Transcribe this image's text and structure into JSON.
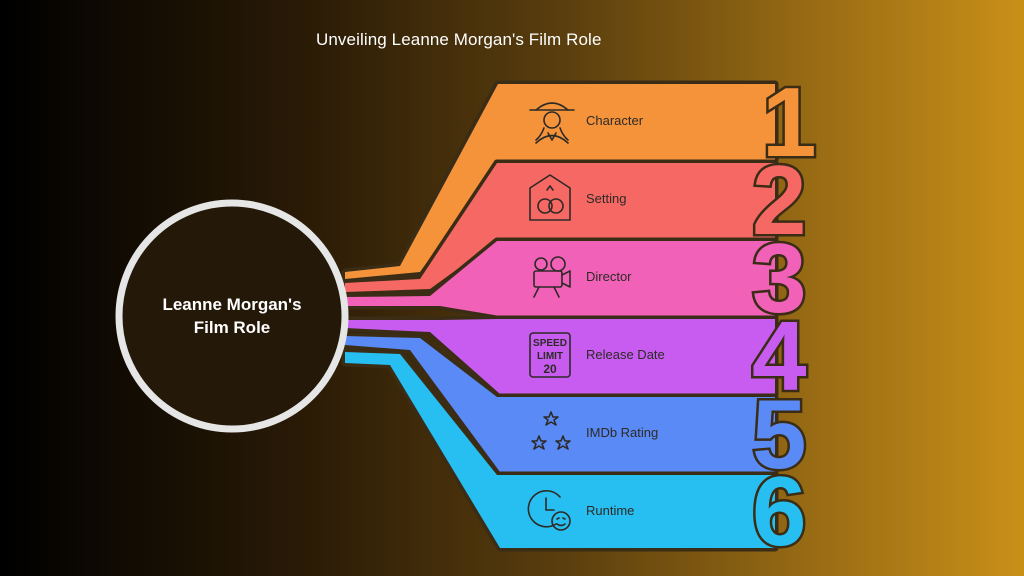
{
  "title": "Unveiling Leanne Morgan's Film Role",
  "center": {
    "line1": "Leanne Morgan's",
    "line2": "Film Role"
  },
  "items": [
    {
      "number": "1",
      "label": "Character",
      "color": "#f5933b",
      "icon": "detective-woman-icon"
    },
    {
      "number": "2",
      "label": "Setting",
      "color": "#f66864",
      "icon": "wedding-rings-house-icon"
    },
    {
      "number": "3",
      "label": "Director",
      "color": "#f261b8",
      "icon": "movie-camera-icon"
    },
    {
      "number": "4",
      "label": "Release Date",
      "color": "#c85cf0",
      "icon": "speed-limit-sign-icon",
      "icon_text": [
        "SPEED",
        "LIMIT",
        "20"
      ]
    },
    {
      "number": "5",
      "label": "IMDb Rating",
      "color": "#5a8af5",
      "icon": "stars-icon"
    },
    {
      "number": "6",
      "label": "Runtime",
      "color": "#27bff1",
      "icon": "clock-face-icon"
    }
  ]
}
